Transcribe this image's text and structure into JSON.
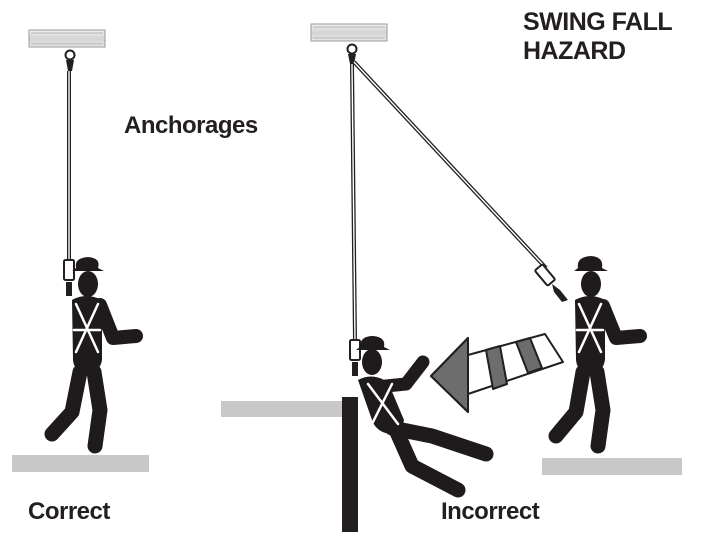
{
  "title_line1": "SWING FALL",
  "title_line2": "HAZARD",
  "label_anchorages": "Anchorages",
  "label_correct": "Correct",
  "label_incorrect": "Incorrect",
  "colors": {
    "ink": "#231f20",
    "figure": "#1f1b1c",
    "platform": "#c8c8c8",
    "beam": "#d9d9d9",
    "arrow_dark": "#6d6d6d",
    "arrow_light": "#ffffff"
  }
}
